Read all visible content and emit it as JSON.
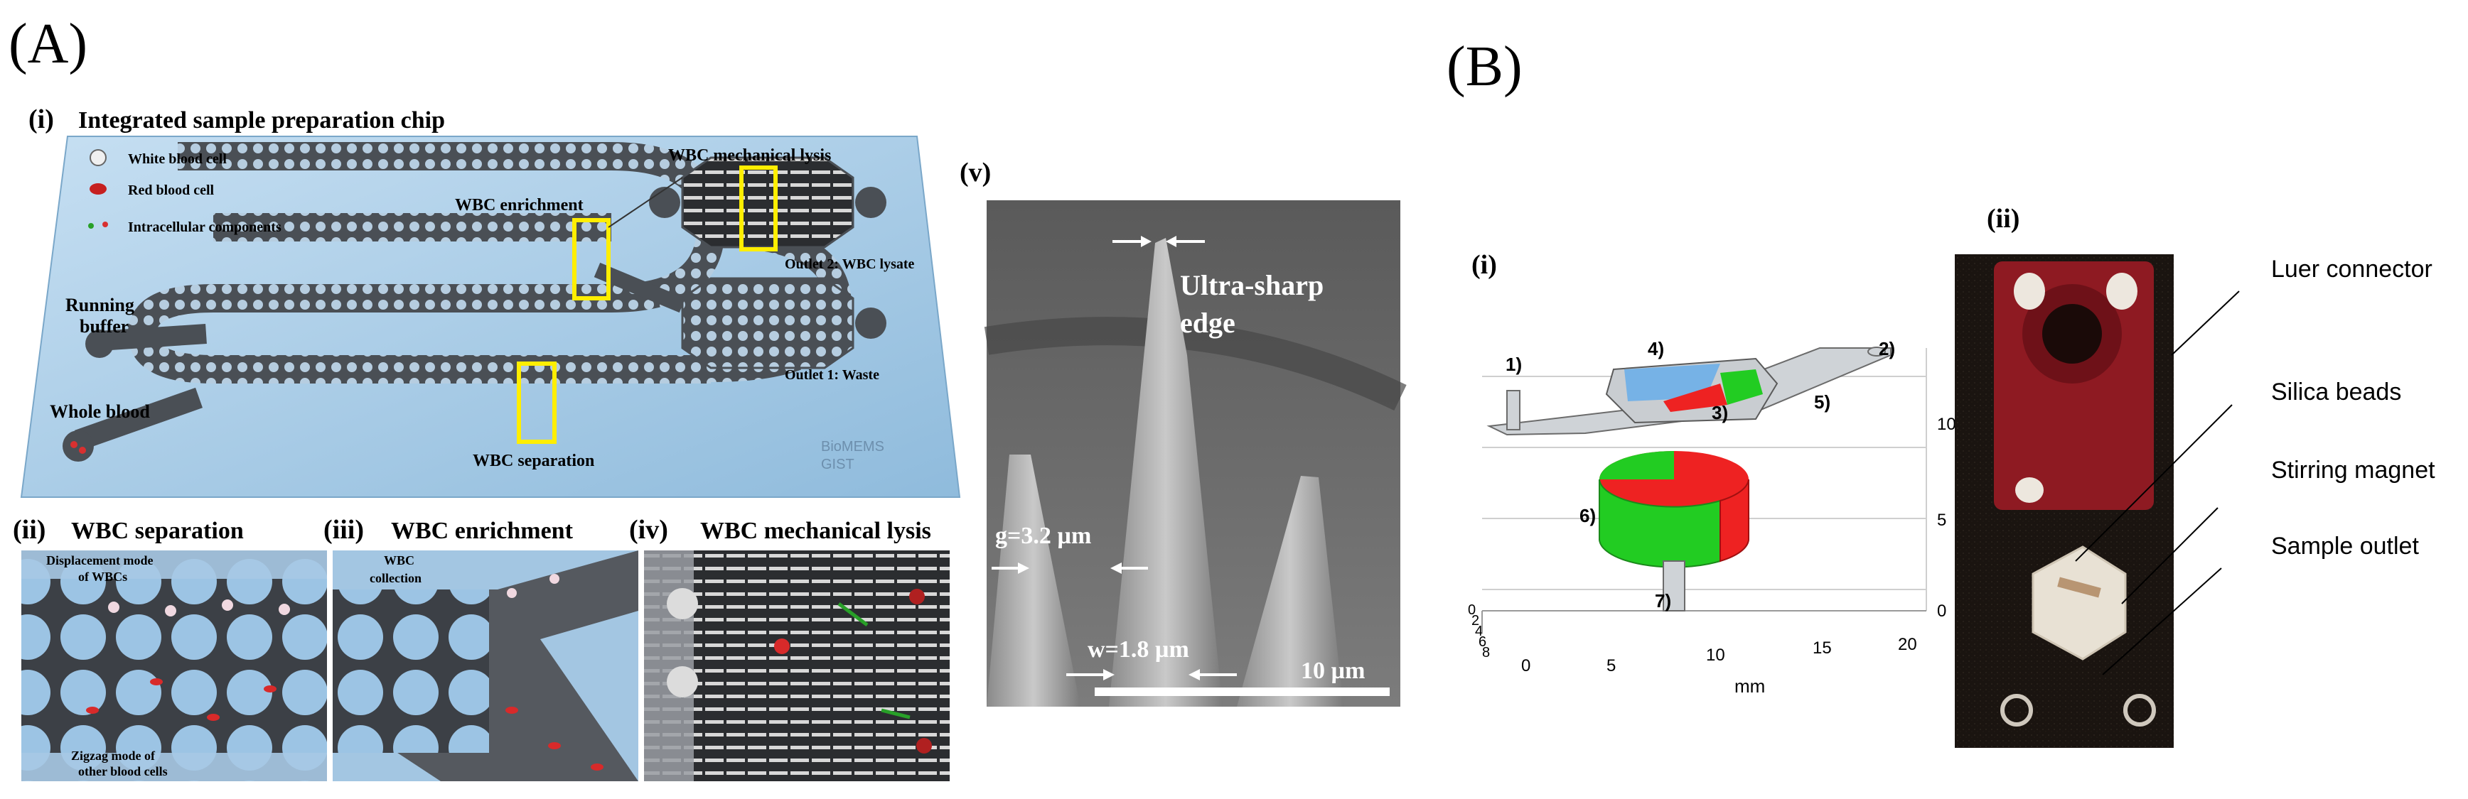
{
  "panel_A": {
    "label": "(A)",
    "i": {
      "numeral": "(i)",
      "title": "Integrated sample preparation chip",
      "legend": [
        "White blood cell",
        "Red blood cell",
        "Intracellular components"
      ],
      "labels": {
        "running_buffer_1": "Running",
        "running_buffer_2": "buffer",
        "whole_blood": "Whole blood",
        "wbc_enrichment": "WBC enrichment",
        "wbc_mechanical_lysis": "WBC mechanical lysis",
        "outlet2": "Outlet 2: WBC lysate",
        "outlet1": "Outlet 1: Waste",
        "wbc_separation": "WBC separation",
        "logo_1": "BioMEMS",
        "logo_2": "GIST"
      }
    },
    "ii": {
      "numeral": "(ii)",
      "title": "WBC separation",
      "top_1": "Displacement mode",
      "top_2": "of WBCs",
      "bottom_1": "Zigzag mode of",
      "bottom_2": "other blood cells"
    },
    "iii": {
      "numeral": "(iii)",
      "title": "WBC enrichment",
      "label_1": "WBC",
      "label_2": "collection"
    },
    "iv": {
      "numeral": "(iv)",
      "title": "WBC mechanical lysis"
    },
    "v": {
      "numeral": "(v)",
      "edge_1": "Ultra-sharp",
      "edge_2": "edge",
      "gap": "g=3.2 µm",
      "width": "w=1.8 µm",
      "scale": "10 µm"
    }
  },
  "panel_B": {
    "label": "(B)",
    "i": {
      "numeral": "(i)",
      "markers": [
        "1)",
        "2)",
        "3)",
        "4)",
        "5)",
        "6)",
        "7)"
      ],
      "x_ticks": [
        "0",
        "5",
        "10",
        "15",
        "20"
      ],
      "z_ticks": [
        "0",
        "5",
        "10"
      ],
      "y_ticks": [
        "0",
        "2",
        "4",
        "6",
        "8"
      ],
      "x_label": "mm"
    },
    "ii": {
      "numeral": "(ii)",
      "callouts": [
        "Luer connector",
        "Silica beads",
        "Stirring magnet",
        "Sample outlet"
      ]
    }
  },
  "colors": {
    "chip_blue": "#a9cde8",
    "magnet_green": "#22cc22",
    "magnet_red": "#ee2222",
    "sem_gray": "#6e6e6e",
    "photo_dark": "#1a1410",
    "connector_red": "#8e1a22"
  }
}
